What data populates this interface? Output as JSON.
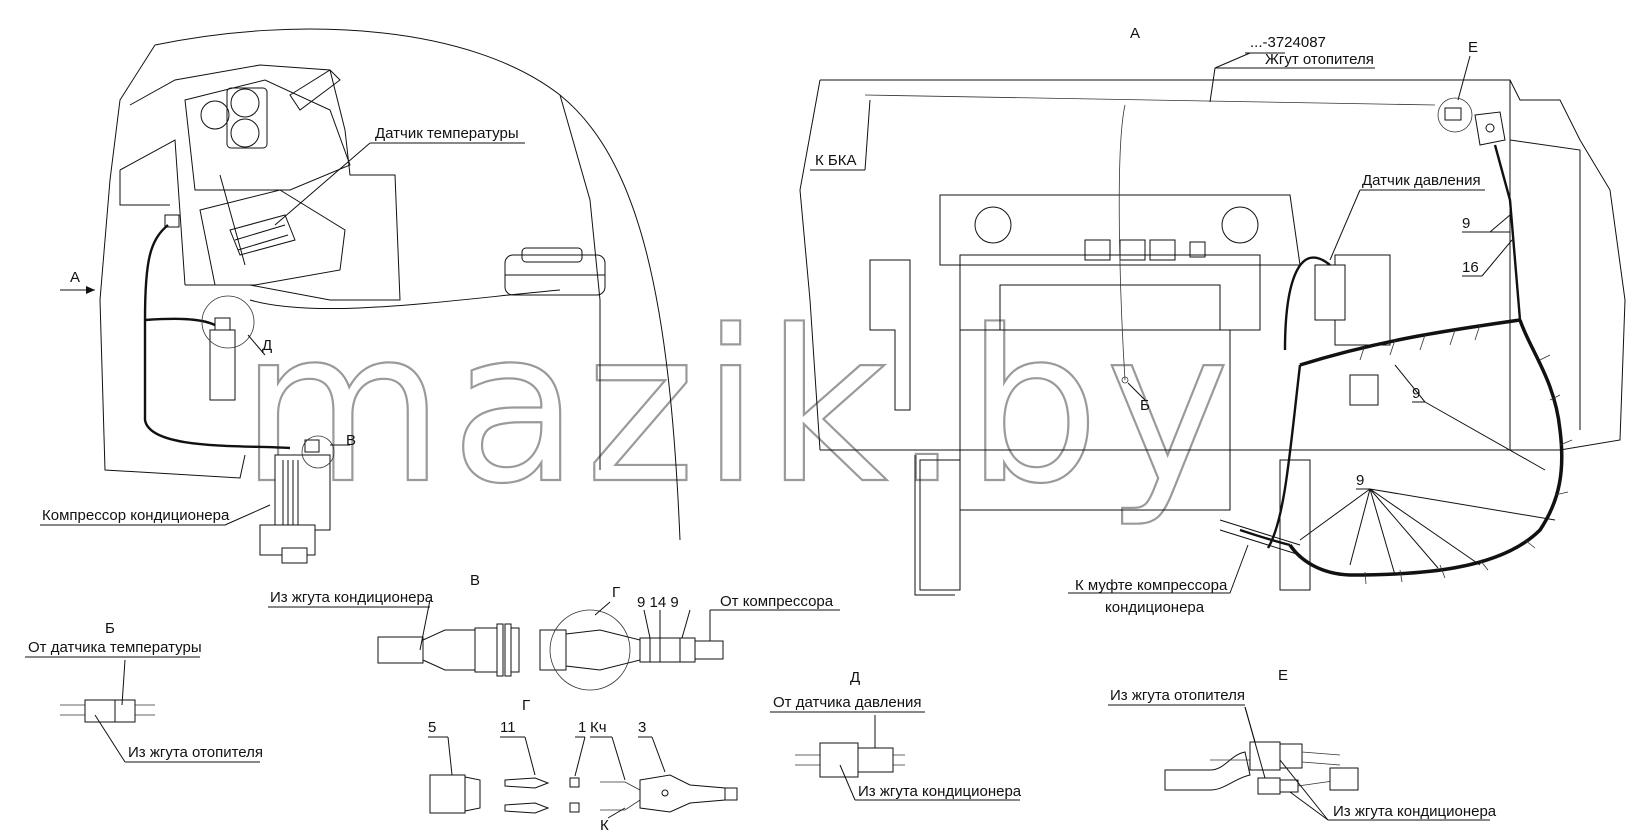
{
  "watermark": "mazik.by",
  "labels": {
    "view_a_arrow": "А",
    "view_a_title": "А",
    "harness_number": "...-3724087",
    "heater_harness": "Жгут отопителя",
    "to_bka": "К БКА",
    "temp_sensor": "Датчик температуры",
    "pressure_sensor": "Датчик давления",
    "compressor": "Компрессор кондиционера",
    "to_compressor_clutch_1": "К муфте компрессора",
    "to_compressor_clutch_2": "кондиционера",
    "callout_d": "Д",
    "callout_v": "В",
    "callout_b": "Б",
    "callout_e": "Е",
    "item_9a": "9",
    "item_16": "16",
    "item_9b": "9",
    "item_9c": "9",
    "detail_v_title": "В",
    "from_ac_harness_v": "Из жгута кондиционера",
    "from_compressor": "От компрессора",
    "callout_g": "Г",
    "item_9_14_9": "9 14 9",
    "detail_b_title": "Б",
    "from_temp_sensor": "От датчика температуры",
    "from_heater_harness_b": "Из жгута отопителя",
    "detail_g_title": "Г",
    "item_5": "5",
    "item_11": "11",
    "item_1": "1",
    "item_kch": "Кч",
    "item_3": "3",
    "item_k": "К",
    "detail_d_title": "Д",
    "from_pressure_sensor": "От датчика давления",
    "from_ac_harness_d": "Из жгута кондиционера",
    "detail_e_title": "Е",
    "from_heater_harness_e": "Из жгута отопителя",
    "from_ac_harness_e": "Из жгута кондиционера"
  }
}
